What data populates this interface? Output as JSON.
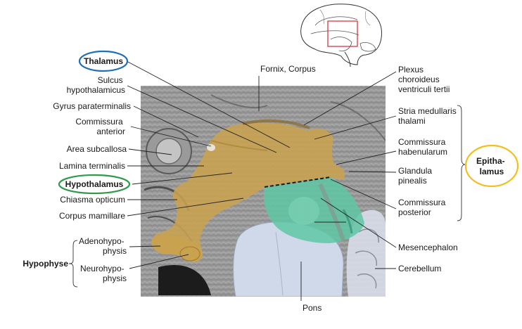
{
  "labels": {
    "fornix": "Fornix, Corpus",
    "plexus": [
      "Plexus",
      "choroideus",
      "ventriculi tertii"
    ],
    "thalamus": "Thalamus",
    "sulcus": [
      "Sulcus",
      "hypothalamicus"
    ],
    "gyrus": "Gyrus paraterminalis",
    "commissura_anterior": [
      "Commissura",
      "anterior"
    ],
    "area_subcallosa": "Area subcallosa",
    "lamina_terminalis": "Lamina terminalis",
    "hypothalamus": "Hypothalamus",
    "chiasma": "Chiasma opticum",
    "corpus_mamillare": "Corpus mamillare",
    "adenohypophysis": [
      "Adenohypo-",
      "physis"
    ],
    "neurohypophysis": [
      "Neurohypo-",
      "physis"
    ],
    "hypophyse": "Hypophyse",
    "stria": [
      "Stria medullaris",
      "thalami"
    ],
    "commissura_habenularum": [
      "Commissura",
      "habenularum"
    ],
    "glandula": [
      "Glandula",
      "pinealis"
    ],
    "commissura_posterior": [
      "Commissura",
      "posterior"
    ],
    "mesencephalon": "Mesencephalon",
    "cerebellum": "Cerebellum",
    "pons": "Pons",
    "epithalamus": [
      "Epitha-",
      "lamus"
    ]
  },
  "colors": {
    "thalamus_ring": "#1f6fb5",
    "hypothalamus_ring": "#2e9a4a",
    "epithalamus_ring": "#f0c020",
    "diencephalon_fill": "#c9a24f",
    "mesencephalon_fill": "#5fc7a4",
    "pons_fill": "#c9d6ea",
    "inset_frame": "#d0282e"
  }
}
